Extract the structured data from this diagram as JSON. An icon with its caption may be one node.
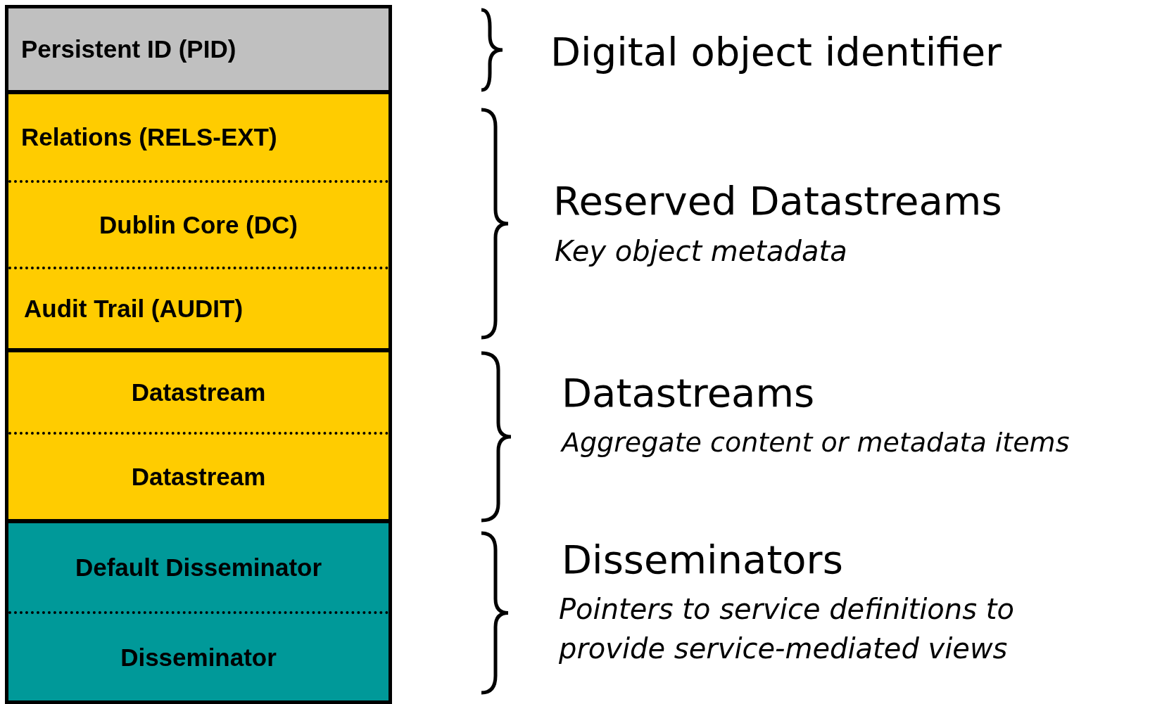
{
  "diagram": {
    "nodes": [
      {
        "text": [
          "Persistent ID (PID)"
        ]
      },
      {
        "text": [
          "Relations (RELS-EXT)"
        ]
      },
      {
        "text": [
          "Dublin Core (DC)"
        ]
      },
      {
        "text": [
          "Audit Trail (AUDIT)"
        ]
      },
      {
        "text": [
          "Datastream"
        ]
      },
      {
        "text": [
          "Datastream"
        ]
      },
      {
        "text": [
          "Default Disseminator"
        ]
      },
      {
        "text": [
          "Disseminator"
        ]
      }
    ],
    "labels": [
      "Digital object identifier",
      "Reserved Datastreams",
      "Key object metadata",
      "Datastreams",
      "Aggregate content or metadata items",
      "Disseminators",
      "Pointers to service definitions to provide service-mediated views"
    ]
  }
}
